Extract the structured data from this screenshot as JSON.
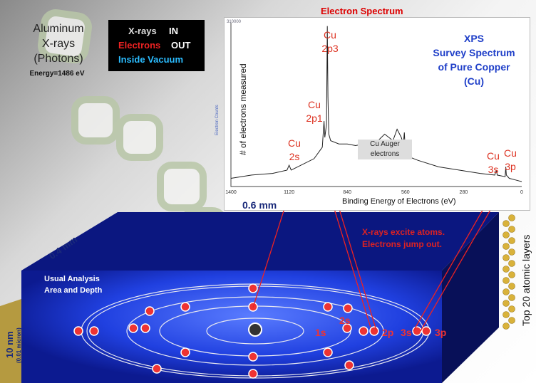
{
  "source": {
    "title_lines": [
      "Aluminum",
      "X-rays",
      "(Photons)"
    ],
    "energy": "Energy=1486 eV"
  },
  "legend": {
    "line1a": "X-rays",
    "line1b": "IN",
    "line2a": "Electrons",
    "line2b": "OUT",
    "line3": "Inside Vacuum"
  },
  "spectrum": {
    "title": "Electron Spectrum",
    "y_tick_top": "310000",
    "y_small_label": "Electron Counts",
    "y_label": "# of electrons measured",
    "x_label": "Binding Energy of Electrons (eV)",
    "xps_lines": [
      "XPS",
      "Survey Spectrum",
      "of Pure Copper",
      "(Cu)"
    ],
    "peaks": {
      "cu2s": [
        "Cu",
        "2s"
      ],
      "cu2p1": [
        "Cu",
        "2p1"
      ],
      "cu2p3": [
        "Cu",
        "2p3"
      ],
      "auger": [
        "Cu Auger",
        "electrons"
      ],
      "cu3s": [
        "Cu",
        "3s"
      ],
      "cu3p": [
        "Cu",
        "3p"
      ]
    }
  },
  "chart_data": {
    "type": "line",
    "title": "Electron Spectrum",
    "xlabel": "Binding Energy of Electrons (eV)",
    "ylabel": "# of electrons measured",
    "x_ticks": [
      "1400",
      "1120",
      "840",
      "560",
      "280",
      "0"
    ],
    "xlim": [
      1400,
      0
    ],
    "series": [
      {
        "x": [
          1400,
          1300,
          1200,
          1130,
          1120,
          1110,
          1000,
          960,
          952,
          948,
          940,
          936,
          933,
          929,
          920,
          880,
          840,
          800,
          760,
          700,
          660,
          640,
          620,
          600,
          580,
          570,
          565,
          560,
          540,
          500,
          400,
          300,
          200,
          130,
          122,
          118,
          80,
          77,
          74,
          60,
          30,
          0
        ],
        "y": [
          0.05,
          0.07,
          0.08,
          0.1,
          0.13,
          0.1,
          0.17,
          0.24,
          0.4,
          0.3,
          0.38,
          0.98,
          0.55,
          0.32,
          0.28,
          0.26,
          0.26,
          0.25,
          0.26,
          0.27,
          0.32,
          0.3,
          0.28,
          0.35,
          0.3,
          0.26,
          0.33,
          0.2,
          0.18,
          0.16,
          0.12,
          0.1,
          0.08,
          0.07,
          0.1,
          0.07,
          0.06,
          0.12,
          0.07,
          0.05,
          0.04,
          0.03
        ]
      }
    ],
    "peak_labels": [
      "Cu 2s",
      "Cu 2p1",
      "Cu 2p3",
      "Cu Auger electrons",
      "Cu 3s",
      "Cu 3p"
    ]
  },
  "sample": {
    "width_label": "0.6 mm",
    "depth_label": "0.4 mm",
    "nm_label": "10 nm",
    "micron_label": "(0.01 micron)",
    "analysis_lines": [
      "Usual Analysis",
      "Area and Depth"
    ],
    "excite_lines": [
      "X-rays excite atoms.",
      "Electrons  jump out."
    ],
    "layers_label": "Top 20 atomic layers"
  },
  "orbits": {
    "s1": "1s",
    "s2": "2s",
    "p2": "2p",
    "s3": "3s",
    "p3": "3p"
  }
}
